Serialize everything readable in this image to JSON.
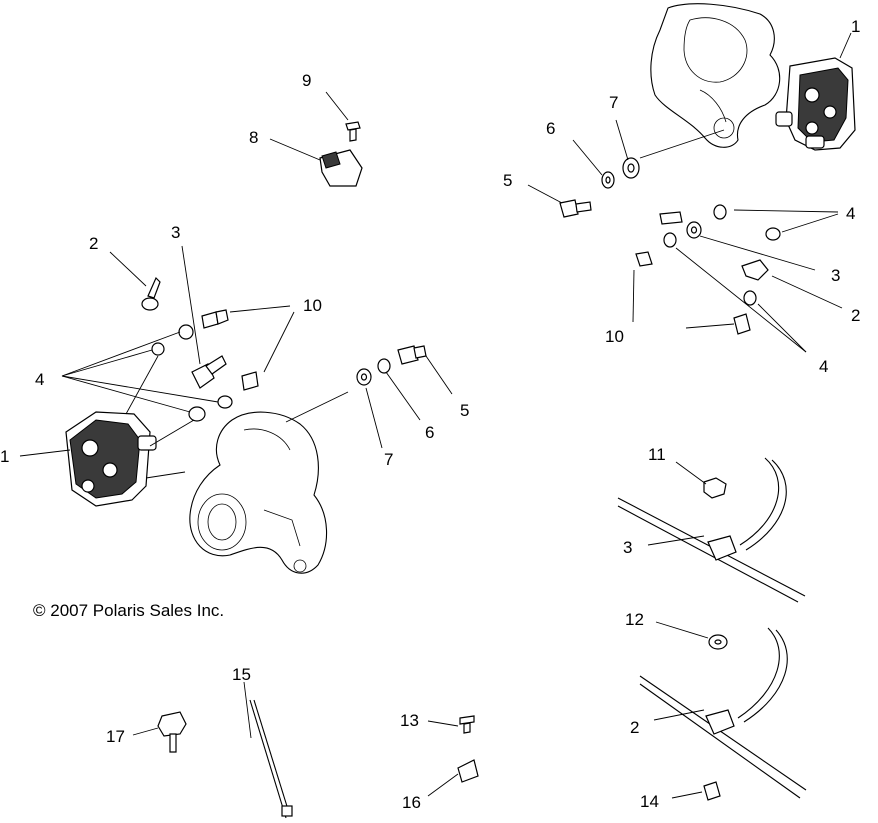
{
  "copyright": "© 2007 Polaris Sales Inc.",
  "callouts": {
    "c1_left": "1",
    "c1_right": "1",
    "c2_left": "2",
    "c2_right": "2",
    "c2_clip": "2",
    "c3_left": "3",
    "c3_right": "3",
    "c3_clip": "3",
    "c4_left": "4",
    "c4_right_top": "4",
    "c4_right_bottom": "4",
    "c5_left": "5",
    "c5_right": "5",
    "c6_left": "6",
    "c6_right": "6",
    "c7_left": "7",
    "c7_right": "7",
    "c8": "8",
    "c9": "9",
    "c10_left": "10",
    "c10_right": "10",
    "c11": "11",
    "c12": "12",
    "c13": "13",
    "c14": "14",
    "c15": "15",
    "c16": "16",
    "c17": "17"
  }
}
